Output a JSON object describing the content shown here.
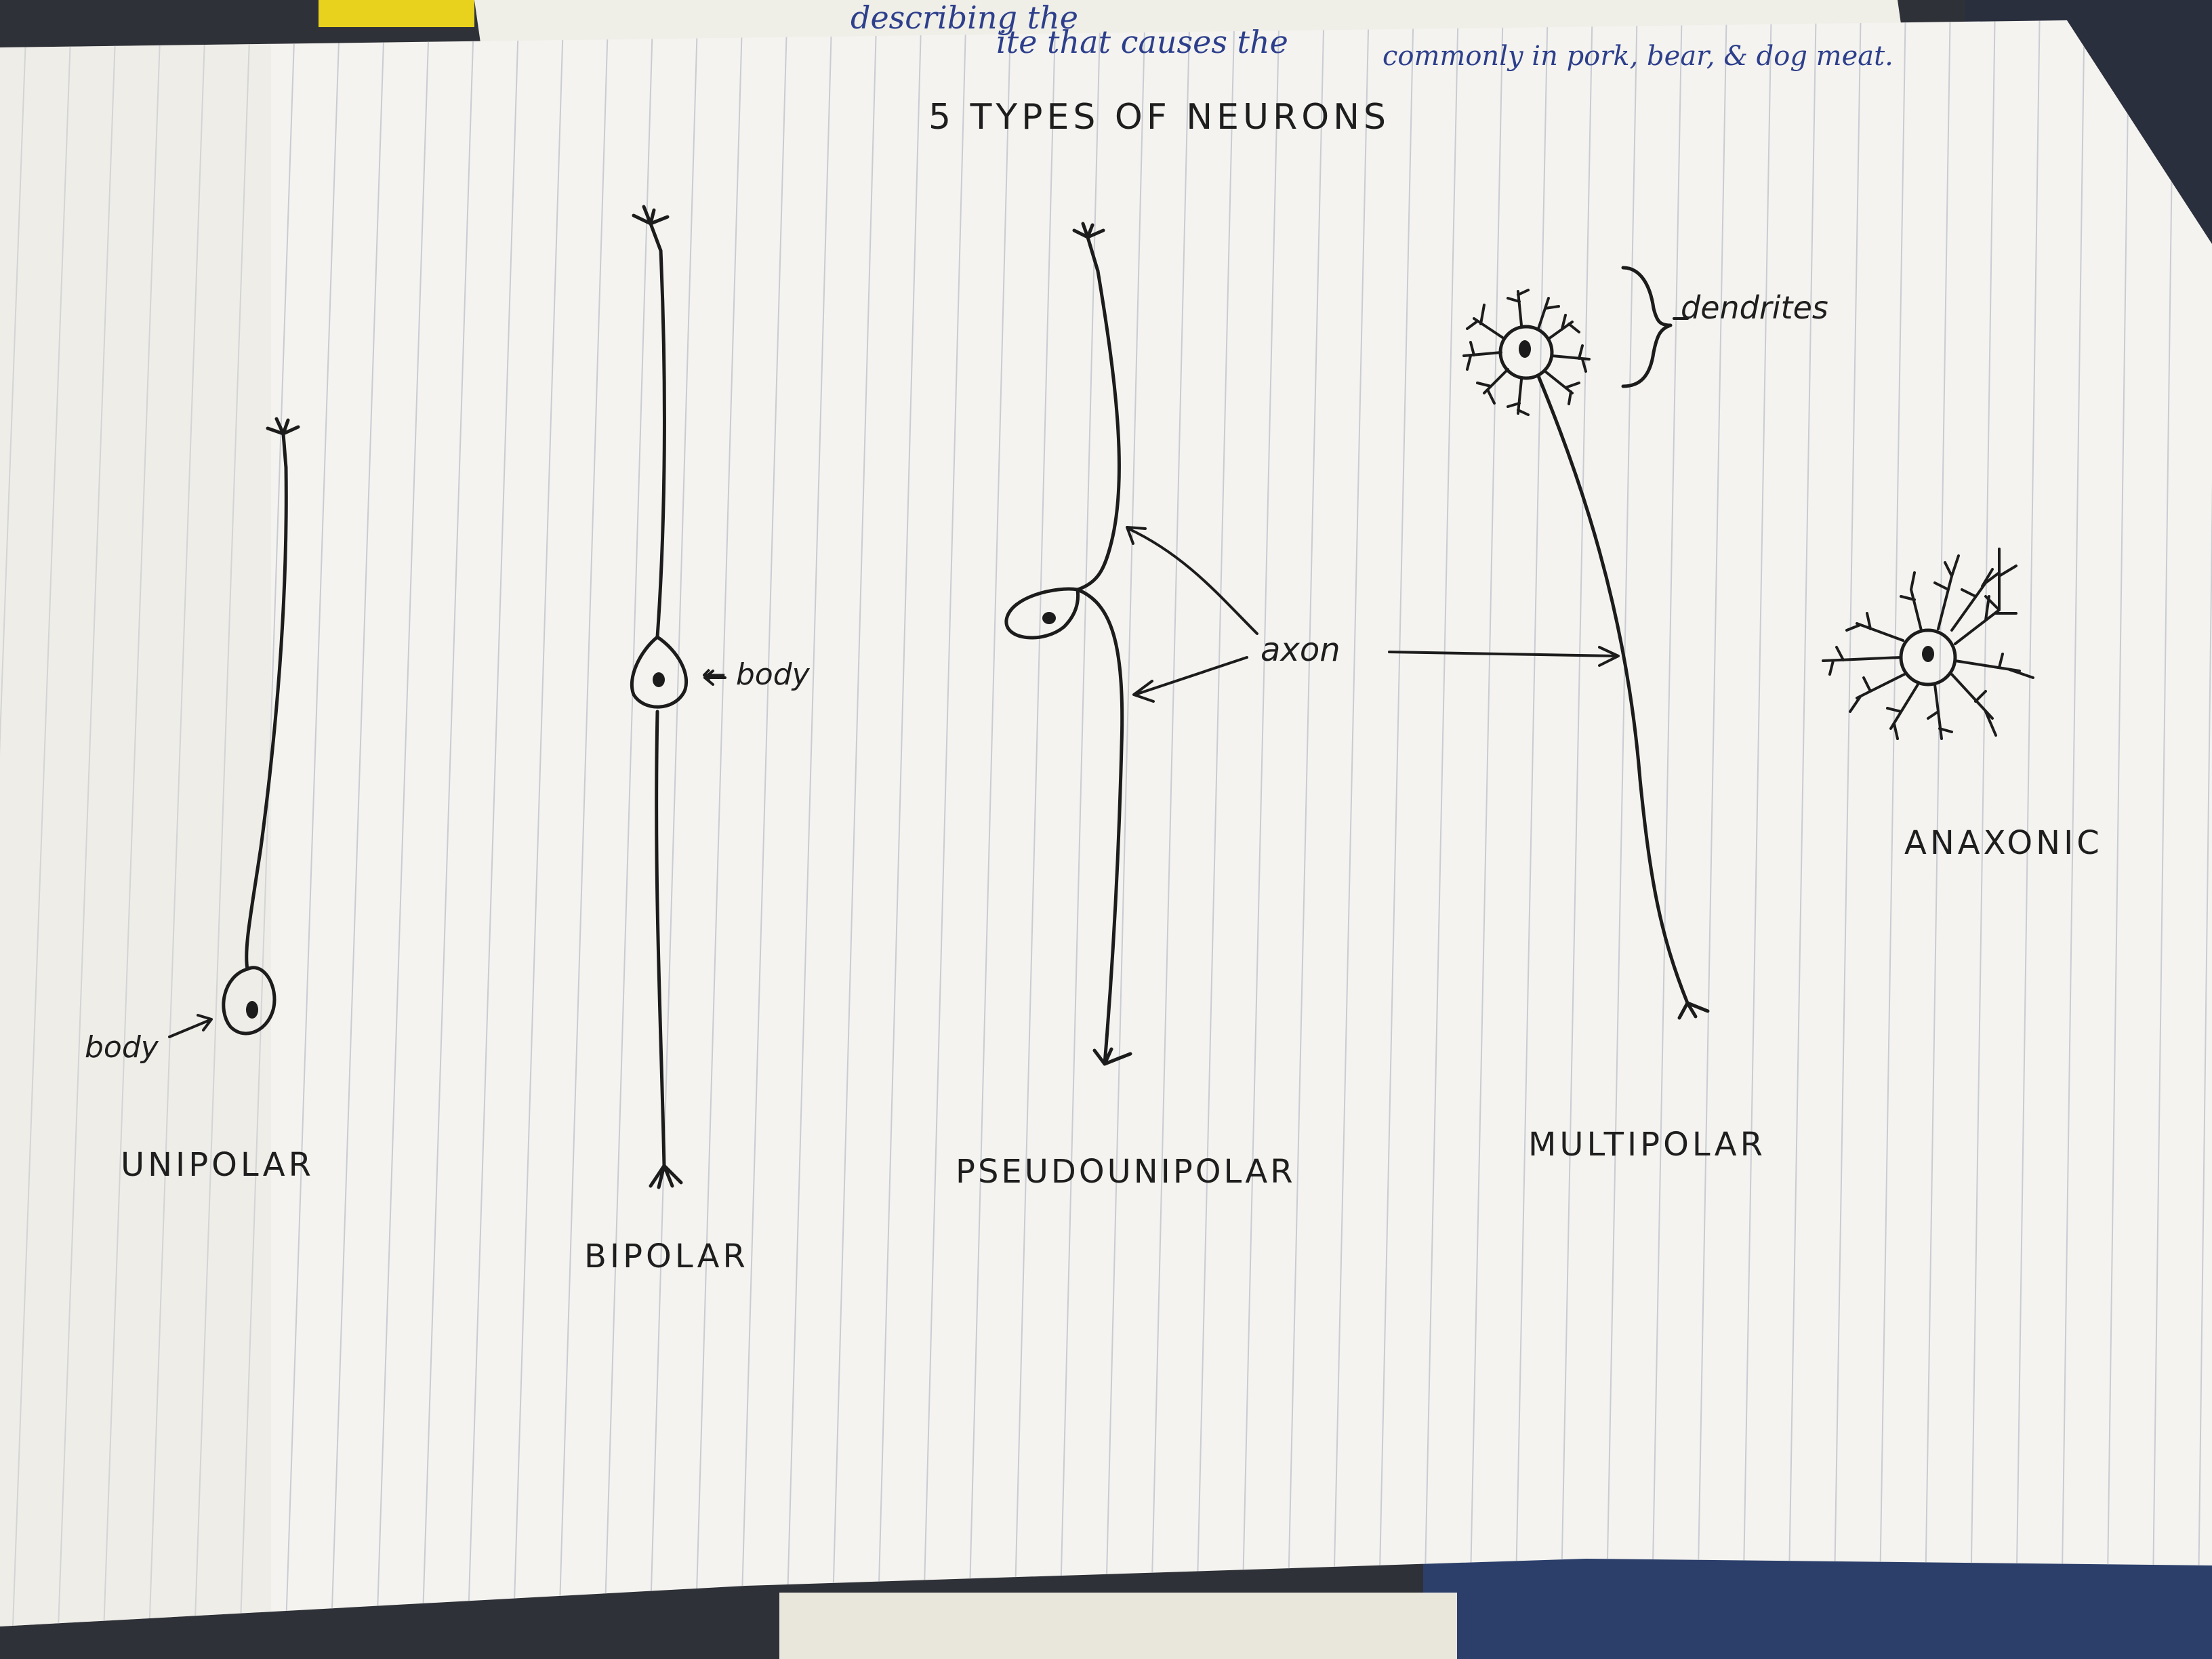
{
  "sheet": {
    "title": "5 TYPES OF NEURONS"
  },
  "background_notes": {
    "line1": "describing the",
    "line2": "ite that causes the",
    "line3": "commonly in pork, bear, & dog meat."
  },
  "neurons": [
    {
      "id": "unipolar",
      "label": "UNIPOLAR",
      "annotation": "body"
    },
    {
      "id": "bipolar",
      "label": "BIPOLAR",
      "annotation": "← body"
    },
    {
      "id": "pseudounipolar",
      "label": "PSEUDOUNIPOLAR"
    },
    {
      "id": "multipolar",
      "label": "MULTIPOLAR",
      "annotation": "dendrites"
    },
    {
      "id": "anaxonic",
      "label": "ANAXONIC"
    }
  ],
  "shared_annotation": "axon",
  "colors": {
    "paper": "#f4f3ef",
    "rule_line": "#c9ccd3",
    "ink": "#1c1c1c",
    "blue_ink": "#2d3f8c",
    "back_sheet": "#efeee7",
    "yellow_tab": "#e8d21e"
  }
}
